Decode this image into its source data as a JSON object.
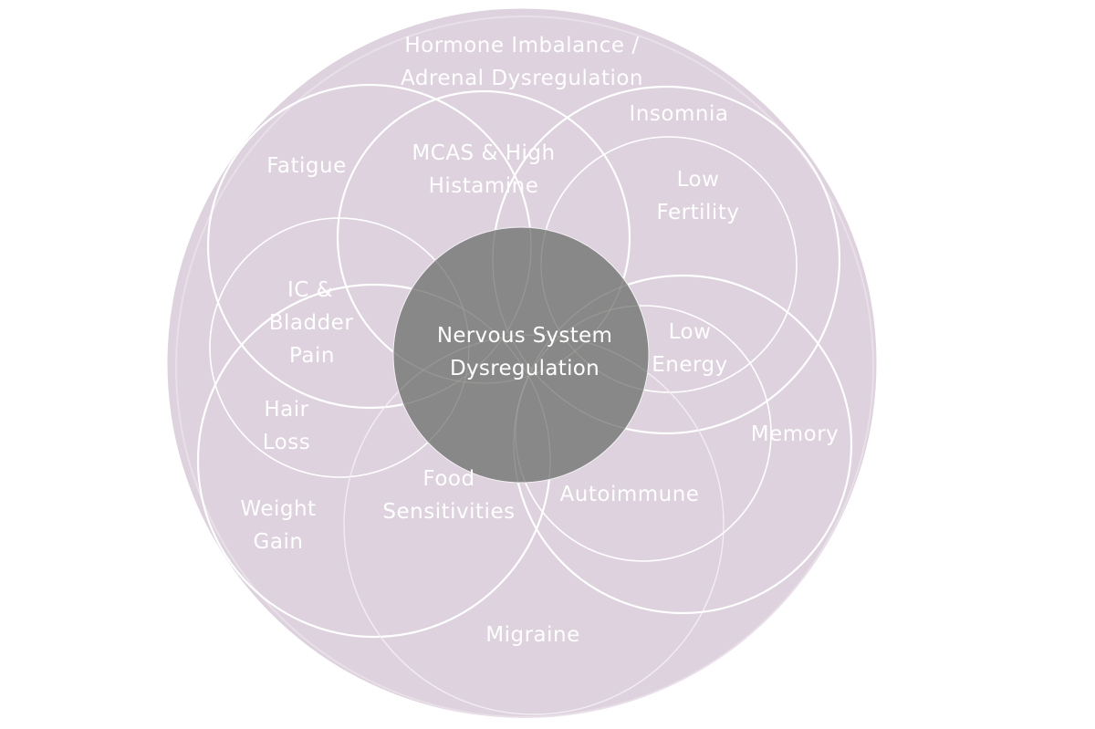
{
  "diagram": {
    "center": {
      "line1": "Nervous System",
      "line2": "Dysregulation"
    },
    "hormone": {
      "line1": "Hormone Imbalance /",
      "line2": "Adrenal Dysregulation"
    },
    "insomnia": "Insomnia",
    "fatigue": "Fatigue",
    "mcas": {
      "line1": "MCAS & High",
      "line2": "Histamine"
    },
    "fertility": {
      "line1": "Low",
      "line2": "Fertility"
    },
    "ic": {
      "line1": "IC &",
      "line2": "Bladder",
      "line3": "Pain"
    },
    "energy": {
      "line1": "Low",
      "line2": "Energy"
    },
    "hair": {
      "line1": "Hair",
      "line2": "Loss"
    },
    "memory": "Memory",
    "food": {
      "line1": "Food",
      "line2": "Sensitivities"
    },
    "autoimmune": "Autoimmune",
    "weight": {
      "line1": "Weight",
      "line2": "Gain"
    },
    "migraine": "Migraine"
  },
  "colors": {
    "outer_fill": "#ddd2dd",
    "ring_stroke": "#ffffff",
    "center_fill": "#888888",
    "label_text": "#ffffff"
  }
}
